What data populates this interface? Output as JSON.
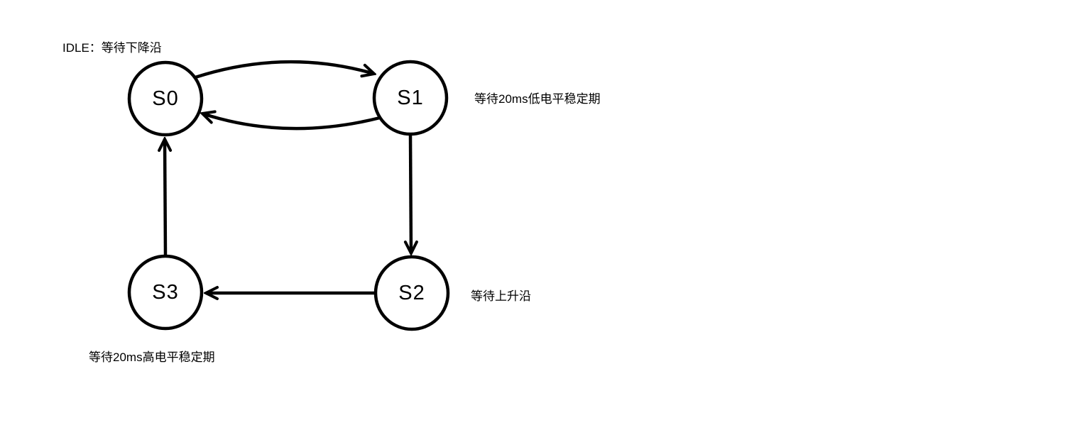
{
  "diagram": {
    "type": "state-machine",
    "background_color": "#ffffff",
    "stroke_color": "#000000",
    "title_note": "IDLE：等待下降沿",
    "states": [
      {
        "id": "S0",
        "label": "S0"
      },
      {
        "id": "S1",
        "label": "S1"
      },
      {
        "id": "S2",
        "label": "S2"
      },
      {
        "id": "S3",
        "label": "S3"
      }
    ],
    "annotations": {
      "s0_note": "IDLE：等待下降沿",
      "s1_note": "等待20ms低电平稳定期",
      "s2_note": "等待上升沿",
      "s3_note": "等待20ms高电平稳定期"
    },
    "edges": [
      {
        "from": "S0",
        "to": "S1",
        "style": "curved-top"
      },
      {
        "from": "S1",
        "to": "S0",
        "style": "curved-bottom"
      },
      {
        "from": "S1",
        "to": "S2",
        "style": "straight-down"
      },
      {
        "from": "S2",
        "to": "S3",
        "style": "straight-left"
      },
      {
        "from": "S3",
        "to": "S0",
        "style": "straight-up"
      }
    ]
  }
}
